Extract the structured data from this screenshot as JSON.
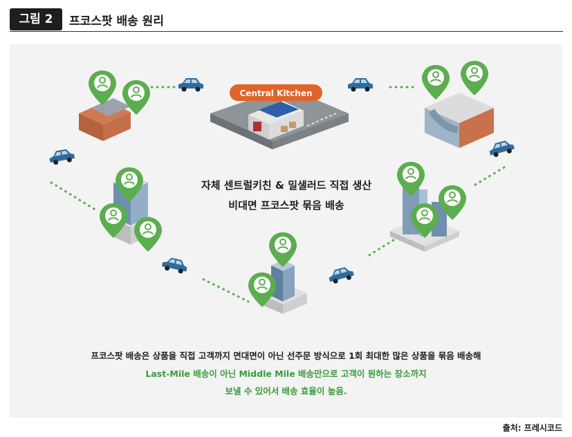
{
  "figure": {
    "badge": "그림 2",
    "title": "프코스팟 배송 원리"
  },
  "kitchen_sign": "Central Kitchen",
  "center": {
    "line1": "자체 센트럴키친 & 밀샐러드 직접 생산",
    "line2": "비대면 프코스팟 묶음 배송"
  },
  "description": {
    "line1": "프코스팟 배송은 상품을 직접 고객까지 면대면이 아닌 선주문 방식으로 1회 최대한 많은 상품을 묶음 배송해",
    "line2": "Last-Mile 배송이 아닌 Middle Mile 배송만으로 고객이 원하는 장소까지",
    "line3": "보낼 수 있어서 배송 효율이 높음."
  },
  "source": "출처: 프레시코드",
  "colors": {
    "pin_green": "#5cad4f",
    "sign_orange": "#e0642a",
    "car_blue": "#2f6c9e",
    "dots_green": "#5cad4f",
    "highlight_text": "#3a9a3e"
  }
}
